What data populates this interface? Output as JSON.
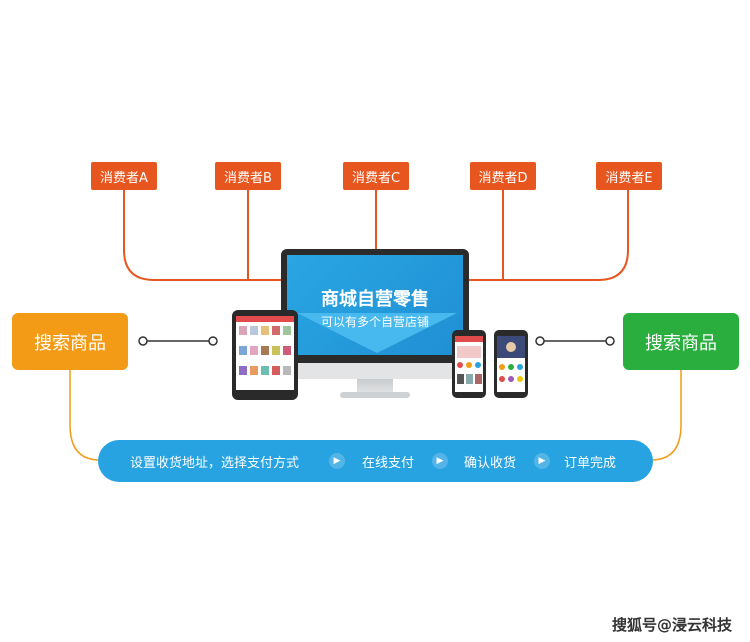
{
  "consumers": [
    "消费者A",
    "消费者B",
    "消费者C",
    "消费者D",
    "消费者E"
  ],
  "search_left": "搜索商品",
  "search_right": "搜索商品",
  "monitor": {
    "title": "商城自营零售",
    "subtitle": "可以有多个自营店铺"
  },
  "flow_steps": [
    "设置收货地址，选择支付方式",
    "在线支付",
    "确认收货",
    "订单完成"
  ],
  "watermark": "搜狐号@浸云科技",
  "colors": {
    "consumer": "#e8561f",
    "search_left": "#f39a17",
    "search_right": "#2aae3e",
    "flow_bar": "#28a3e2",
    "connector_orange": "#e8561f",
    "connector_yellow": "#f39a17"
  }
}
